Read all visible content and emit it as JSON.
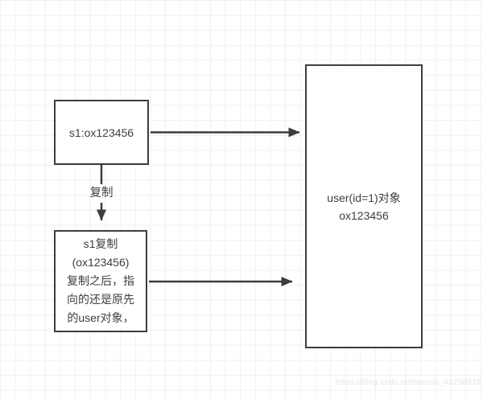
{
  "canvas": {
    "background": "#ffffff",
    "grid_color": "#eff0f3",
    "stroke_color": "#3d3d3f",
    "text_color": "#3e3e42"
  },
  "diagram": {
    "s1_box": {
      "label": "s1:ox123456"
    },
    "copy_edge": {
      "label": "复制"
    },
    "s1_copy_box": {
      "label": "s1复制\n(ox123456)\n复制之后，指\n向的还是原先\n的user对象，"
    },
    "user_box": {
      "label": "user(id=1)对象\nox123456"
    }
  },
  "watermark": {
    "text": "https://blog.csdn.net/weixin_44298615"
  }
}
